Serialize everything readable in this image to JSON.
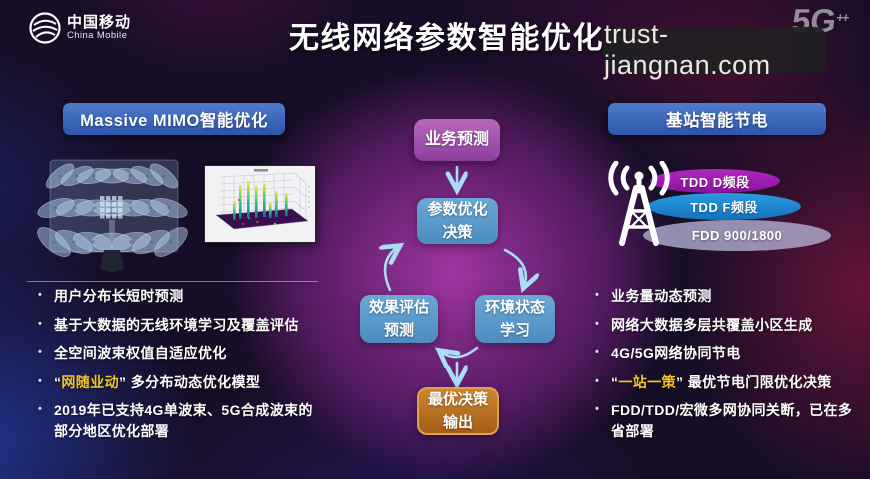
{
  "colors": {
    "pill_blue": "#3a5fb5",
    "flow_purple": "#9c4aa4",
    "flow_blue": "#5b9cc9",
    "flow_orange": "#c07a24",
    "flow_orange_border": "#dda152",
    "arrow_blue": "#aadcf2",
    "highlight_yellow": "#f7c71f",
    "band_tdd_d": "#a51bb4",
    "band_tdd_f": "#1e8ed6",
    "band_fdd": "#b5b3d6",
    "watermark_bg": "#212023"
  },
  "icons": {
    "bullet": "•"
  },
  "header": {
    "logo_cn": "中国移动",
    "logo_en": "China Mobile",
    "title": "无线网络参数智能优化",
    "watermark": "trust-jiangnan.com",
    "brand": "5G",
    "brand_sup": "++"
  },
  "left_panel": {
    "title": "Massive MIMO智能优化",
    "bullets": [
      {
        "text": "用户分布长短时预测"
      },
      {
        "text": "基于大数据的无线环境学习及覆盖评估"
      },
      {
        "text": "全空间波束权值自适应优化"
      },
      {
        "pre": "“",
        "highlight": "网随业动",
        "rest": "” 多分布动态优化模型"
      },
      {
        "text": "2019年已支持4G单波束、5G合成波束的部分地区优化部署"
      }
    ]
  },
  "flow": {
    "business_forecast": "业务预测",
    "param_decision": "参数优化\n决策",
    "env_learning": "环境状态\n学习",
    "effect_eval": "效果评估\n预测",
    "optimal_output": "最优决策\n输出"
  },
  "right_panel": {
    "title": "基站智能节电",
    "bands": [
      {
        "label": "TDD D频段"
      },
      {
        "label": "TDD F频段"
      },
      {
        "label": "FDD 900/1800"
      }
    ],
    "bullets": [
      {
        "text": "业务量动态预测"
      },
      {
        "text": "网络大数据多层共覆盖小区生成"
      },
      {
        "text": "4G/5G网络协同节电"
      },
      {
        "pre": "“",
        "highlight": "一站一策",
        "rest": "” 最优节电门限优化决策"
      },
      {
        "text": "FDD/TDD/宏微多网协同关断，已在多省部署"
      }
    ]
  }
}
